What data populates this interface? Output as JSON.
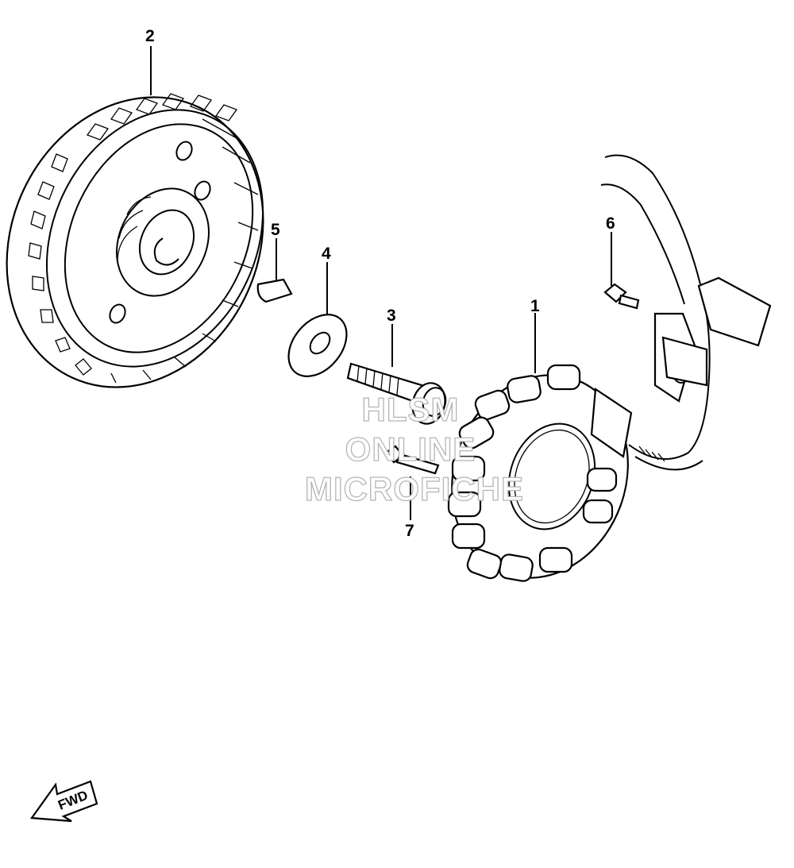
{
  "callouts": [
    {
      "id": "1",
      "label": "1"
    },
    {
      "id": "2",
      "label": "2"
    },
    {
      "id": "3",
      "label": "3"
    },
    {
      "id": "4",
      "label": "4"
    },
    {
      "id": "5",
      "label": "5"
    },
    {
      "id": "6",
      "label": "6"
    },
    {
      "id": "7",
      "label": "7"
    }
  ],
  "watermark": {
    "line1": "HLSM",
    "line2": "ONLINE",
    "line3": "MICROFICHE"
  },
  "direction": {
    "label": "FWD",
    "icon": "fwd-arrow-icon"
  },
  "parts": [
    {
      "callout": "1",
      "icon": "stator-coil-icon"
    },
    {
      "callout": "2",
      "icon": "flywheel-rotor-icon"
    },
    {
      "callout": "3",
      "icon": "flange-bolt-icon"
    },
    {
      "callout": "4",
      "icon": "washer-icon"
    },
    {
      "callout": "5",
      "icon": "woodruff-key-icon"
    },
    {
      "callout": "6",
      "icon": "screw-icon"
    },
    {
      "callout": "7",
      "icon": "screw-icon"
    }
  ]
}
